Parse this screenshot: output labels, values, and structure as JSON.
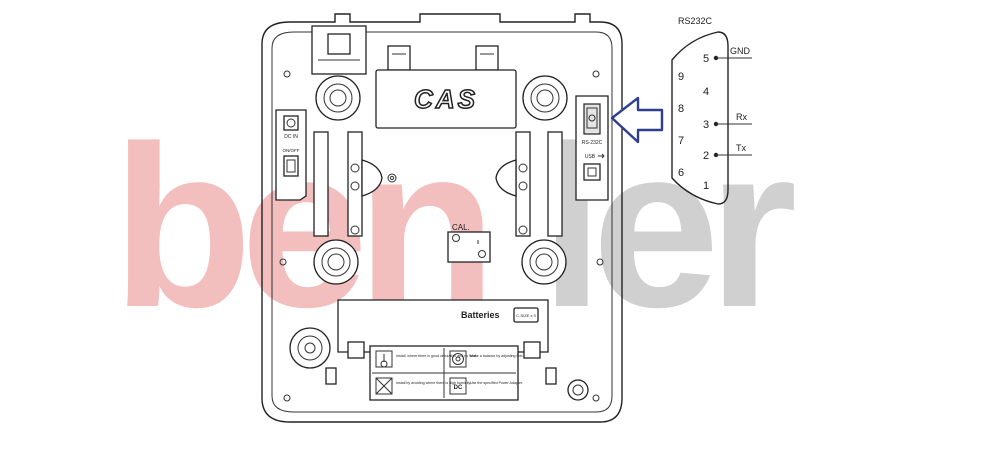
{
  "device": {
    "brand_logo": "CAS",
    "labels": {
      "dc_in": "DC IN",
      "on_off": "ON/OFF",
      "rs232c_port": "RS-232C",
      "usb": "USB",
      "cal": "CAL.",
      "batteries": "Batteries",
      "battery_spec": "C-SIZE x 3"
    },
    "notices": [
      {
        "icon": "thermometer-icon",
        "text": "Install, where there is good circulation and no heat."
      },
      {
        "icon": "level-icon",
        "text": "Make a balance by adjusting feet."
      },
      {
        "icon": "no-humidity-icon",
        "text": "Install by avoiding where there is high humidity."
      },
      {
        "icon": "dc-adapter-icon",
        "text": "Use the specified Power Adapter."
      }
    ]
  },
  "connector": {
    "title": "RS232C",
    "pins": [
      {
        "number": "5",
        "signal": "GND"
      },
      {
        "number": "4",
        "signal": ""
      },
      {
        "number": "3",
        "signal": "Rx"
      },
      {
        "number": "2",
        "signal": "Tx"
      },
      {
        "number": "1",
        "signal": ""
      },
      {
        "number": "9",
        "signal": ""
      },
      {
        "number": "8",
        "signal": ""
      },
      {
        "number": "7",
        "signal": ""
      },
      {
        "number": "6",
        "signal": ""
      }
    ]
  },
  "watermark": {
    "text": "benler",
    "colors": {
      "ben": "#f1b8b8",
      "ler": "#cbcbcb"
    }
  },
  "colors": {
    "arrow": "#2f3f8f",
    "line": "#222222"
  }
}
